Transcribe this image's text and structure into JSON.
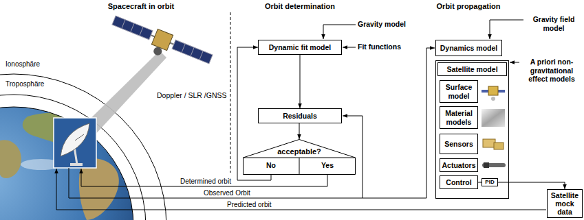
{
  "diagram": {
    "nodes": [
      {
        "text": [
          "Dynamic fit model"
        ]
      },
      {
        "text": [
          "Residuals"
        ]
      },
      {
        "text": [
          "acceptable?",
          "No",
          "Yes"
        ]
      },
      {
        "text": [
          "Dynamics model"
        ]
      },
      {
        "text": [
          "Satellite model"
        ]
      },
      {
        "text": [
          "Surface model"
        ],
        "in": 4
      },
      {
        "text": [
          "Material models"
        ],
        "in": 4
      },
      {
        "text": [
          "Sensors"
        ],
        "in": 4
      },
      {
        "text": [
          "Actuators"
        ],
        "in": 4
      },
      {
        "text": [
          "Control"
        ],
        "in": 4
      },
      {
        "text": [
          "PID"
        ],
        "in": 4
      },
      {
        "text": [
          "Satellite mock data"
        ]
      }
    ],
    "edges": [
      {
        "from": 0,
        "to": 1,
        "arrow": "to"
      },
      {
        "from": 1,
        "to": 2,
        "arrow": "to"
      },
      {
        "from": 2,
        "to": 0,
        "arrow": "to"
      },
      {
        "from": 9,
        "to": 10,
        "arrow": "none"
      },
      {
        "from": 10,
        "to": 11,
        "arrow": "to"
      }
    ],
    "labels": [
      "Spacecraft in orbit",
      "Orbit determination",
      "Orbit propagation",
      "Ionosphäre",
      "Troposphäre",
      "Doppler / SLR /GNSS",
      "Gravity model",
      "Fit functions",
      "Gravity field model",
      "A priori non-gravitational effect models",
      "Determined orbit",
      "Observed Orbit",
      "Predicted orbit"
    ]
  }
}
